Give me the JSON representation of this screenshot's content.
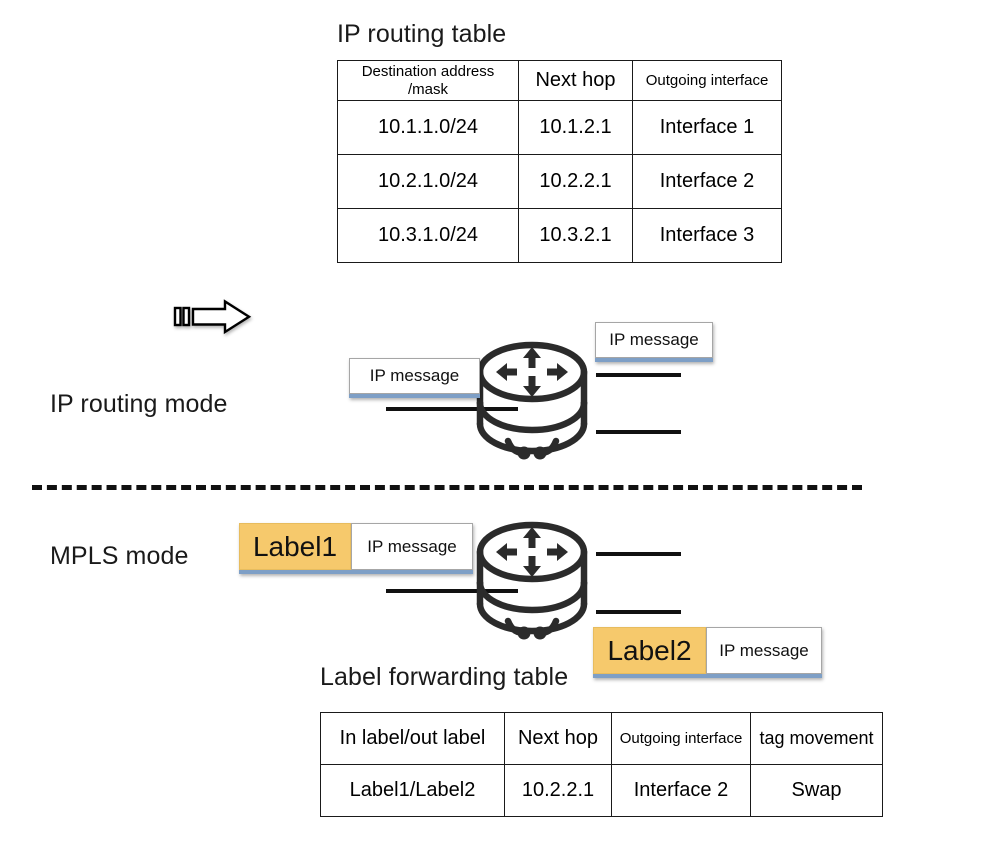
{
  "ip_section": {
    "table_title": "IP routing table",
    "mode_label": "IP routing mode",
    "arrow_icon": "block-arrow-right-icon",
    "router_icon": "router-icon",
    "packet_in_label": "IP message",
    "packet_out_label": "IP message",
    "routing_table": {
      "headers": [
        "Destination address\n/mask",
        "Next hop",
        "Outgoing interface"
      ],
      "header_line1": "Destination address",
      "header_line2": "/mask",
      "header_next_hop": "Next hop",
      "header_outgoing": "Outgoing interface",
      "rows": [
        [
          "10.1.1.0/24",
          "10.1.2.1",
          "Interface 1"
        ],
        [
          "10.2.1.0/24",
          "10.2.2.1",
          "Interface 2"
        ],
        [
          "10.3.1.0/24",
          "10.3.2.1",
          "Interface 3"
        ]
      ]
    }
  },
  "mpls_section": {
    "mode_label": "MPLS mode",
    "router_icon": "router-icon",
    "ingress_label": "Label1",
    "ingress_packet": "IP message",
    "egress_label": "Label2",
    "egress_packet": "IP message",
    "table_title": "Label forwarding table",
    "forwarding_table": {
      "headers": [
        "In label/out label",
        "Next hop",
        "Outgoing interface",
        "tag movement"
      ],
      "rows": [
        [
          "Label1/Label2",
          "10.2.2.1",
          "Interface 2",
          "Swap"
        ]
      ]
    }
  },
  "colors": {
    "label_fill": "#f6c96c",
    "accent_bar": "#7e9fc6",
    "line": "#111111",
    "table_border": "#1a1a1a",
    "background": "#ffffff"
  }
}
